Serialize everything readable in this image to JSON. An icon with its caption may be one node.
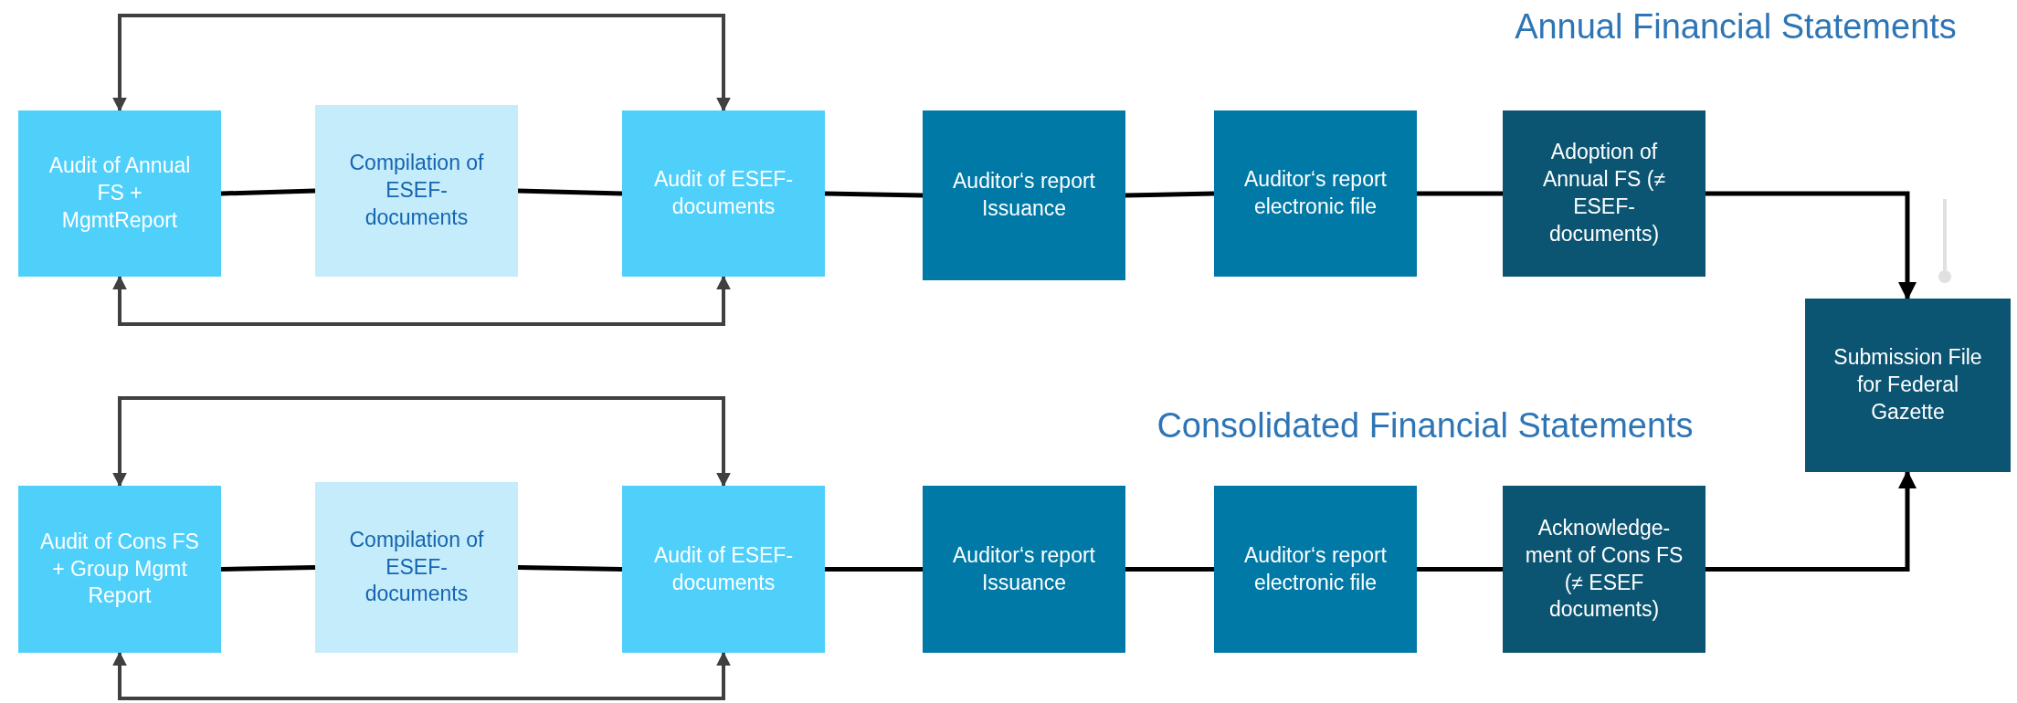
{
  "diagram": {
    "nodes": [
      {
        "text": [
          "Audit of Annual FS + MgmtReport"
        ]
      },
      {
        "text": [
          "Compilation of ESEF-documents"
        ]
      },
      {
        "text": [
          "Audit of ESEF-documents"
        ]
      },
      {
        "text": [
          "Auditor‘s report Issuance"
        ]
      },
      {
        "text": [
          "Auditor‘s report electronic file"
        ]
      },
      {
        "text": [
          "Adoption of Annual FS (≠ ESEF-documents)"
        ]
      },
      {
        "text": [
          "Submission File for Federal Gazette"
        ]
      },
      {
        "text": [
          "Audit of Cons FS + Group Mgmt Report"
        ]
      },
      {
        "text": [
          "Compilation of ESEF-documents"
        ]
      },
      {
        "text": [
          "Audit of ESEF-documents"
        ]
      },
      {
        "text": [
          "Auditor‘s report Issuance"
        ]
      },
      {
        "text": [
          "Auditor‘s report electronic file"
        ]
      },
      {
        "text": [
          "Acknowledge-ment of Cons FS (≠ ESEF documents)"
        ]
      }
    ],
    "edges": [
      {
        "from": 0,
        "to": 1,
        "arrow": "none"
      },
      {
        "from": 1,
        "to": 2,
        "arrow": "none"
      },
      {
        "from": 2,
        "to": 3,
        "arrow": "none"
      },
      {
        "from": 3,
        "to": 4,
        "arrow": "none"
      },
      {
        "from": 4,
        "to": 5,
        "arrow": "none"
      },
      {
        "from": 5,
        "to": 6,
        "arrow": "to"
      },
      {
        "from": 2,
        "to": 0,
        "arrow": "both",
        "color": "#404040"
      },
      {
        "from": 0,
        "to": 2,
        "arrow": "both",
        "color": "#404040"
      },
      {
        "from": 7,
        "to": 8,
        "arrow": "none"
      },
      {
        "from": 8,
        "to": 9,
        "arrow": "none"
      },
      {
        "from": 9,
        "to": 10,
        "arrow": "none"
      },
      {
        "from": 10,
        "to": 11,
        "arrow": "none"
      },
      {
        "from": 11,
        "to": 12,
        "arrow": "none"
      },
      {
        "from": 12,
        "to": 6,
        "arrow": "to"
      },
      {
        "from": 9,
        "to": 7,
        "arrow": "both",
        "color": "#404040"
      },
      {
        "from": 7,
        "to": 9,
        "arrow": "both",
        "color": "#404040"
      }
    ],
    "labels": [
      "Annual Financial Statements",
      "Consolidated Financial Statements"
    ]
  }
}
